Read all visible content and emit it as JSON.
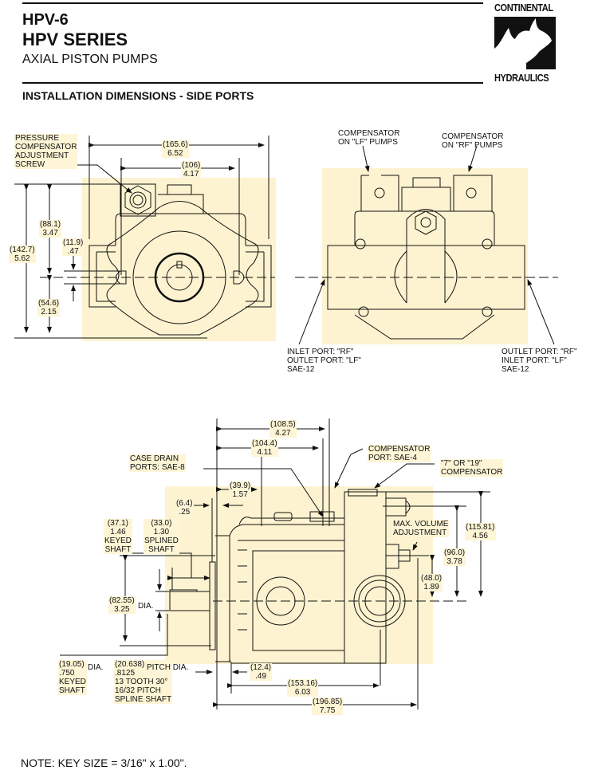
{
  "header": {
    "model": "HPV-6",
    "series": "HPV SERIES",
    "subtitle": "AXIAL PISTON PUMPS",
    "section_title": "INSTALLATION DIMENSIONS - SIDE PORTS"
  },
  "logo": {
    "top": "CONTINENTAL",
    "bottom": "HYDRAULICS",
    "icon": "rhino-icon"
  },
  "front_view": {
    "callout": [
      "PRESSURE",
      "COMPENSATOR",
      "ADJUSTMENT",
      "SCREW"
    ],
    "dims": {
      "overall_width": {
        "mm": "(165.6)",
        "in": "6.52"
      },
      "mount_width": {
        "mm": "(106)",
        "in": "4.17"
      },
      "top_height": {
        "mm": "(88.1)",
        "in": "3.47"
      },
      "slot": {
        "mm": "(11.9)",
        "in": ".47"
      },
      "total_height": {
        "mm": "(142.7)",
        "in": "5.62"
      },
      "lower_height": {
        "mm": "(54.6)",
        "in": "2.15"
      }
    }
  },
  "rear_view": {
    "comp_lf": [
      "COMPENSATOR",
      "ON \"LF\" PUMPS"
    ],
    "comp_rf": [
      "COMPENSATOR",
      "ON \"RF\" PUMPS"
    ],
    "port_left": [
      "INLET PORT:  \"RF\"",
      "OUTLET PORT:  \"LF\"",
      "SAE-12"
    ],
    "port_right": [
      "OUTLET PORT:  \"RF\"",
      "INLET PORT:  \"LF\"",
      "SAE-12"
    ]
  },
  "side_view": {
    "case_drain": [
      "CASE DRAIN",
      "PORTS:  SAE-8"
    ],
    "comp_port": [
      "COMPENSATOR",
      "PORT:  SAE-4"
    ],
    "comp_type": [
      "\"7\" OR \"19\"",
      "COMPENSATOR"
    ],
    "max_volume": [
      "MAX. VOLUME",
      "ADJUSTMENT"
    ],
    "keyed_len": [
      "(37.1)",
      "1.46",
      "KEYED",
      "SHAFT"
    ],
    "splined_len": [
      "(33.0)",
      "1.30",
      "SPLINED",
      "SHAFT"
    ],
    "keyed_dia": [
      "(19.05)",
      ".750",
      "KEYED",
      "SHAFT"
    ],
    "keyed_dia_suffix": "DIA.",
    "spline_dia": [
      "(20.638)",
      ".8125",
      "13 TOOTH 30°",
      "16/32 PITCH",
      "SPLINE SHAFT"
    ],
    "spline_dia_suffix": "PITCH DIA.",
    "pilot_dia": {
      "mm": "(82.55)",
      "in": "3.25",
      "suffix": "DIA."
    },
    "dims": {
      "d108": {
        "mm": "(108.5)",
        "in": "4.27"
      },
      "d104": {
        "mm": "(104.4)",
        "in": "4.11"
      },
      "d39": {
        "mm": "(39.9)",
        "in": "1.57"
      },
      "d6": {
        "mm": "(6.4)",
        "in": ".25"
      },
      "d115": {
        "mm": "(115.81)",
        "in": "4.56"
      },
      "d96": {
        "mm": "(96.0)",
        "in": "3.78"
      },
      "d48": {
        "mm": "(48.0)",
        "in": "1.89"
      },
      "d12": {
        "mm": "(12.4)",
        "in": ".49"
      },
      "d153": {
        "mm": "(153.16)",
        "in": "6.03"
      },
      "d196": {
        "mm": "(196.85)",
        "in": "7.75"
      }
    }
  },
  "note": "NOTE:  KEY SIZE = 3/16\" x 1.00\"."
}
